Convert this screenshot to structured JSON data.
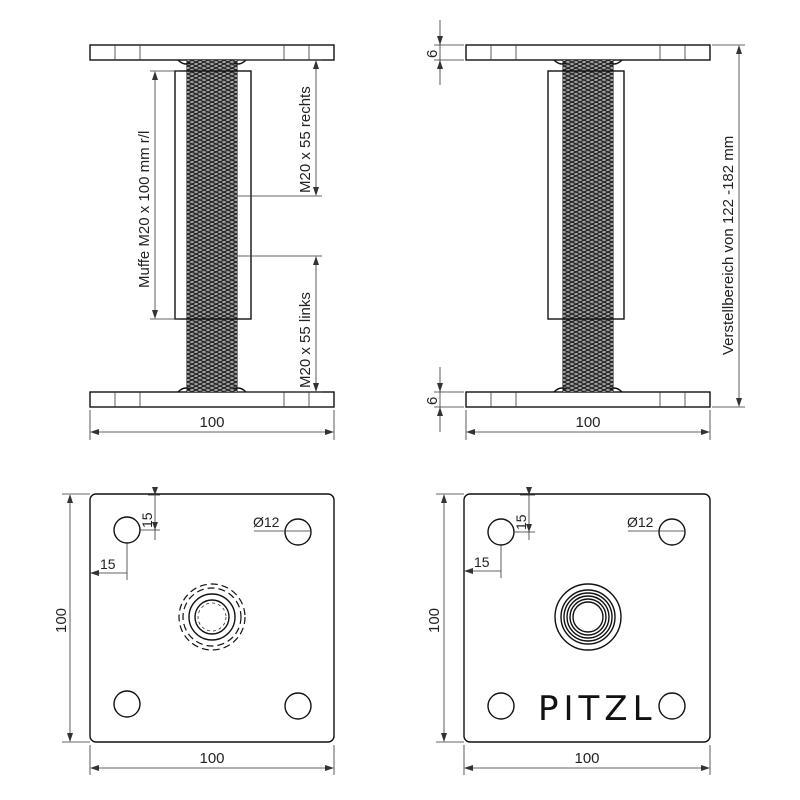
{
  "views": {
    "front_left": {
      "width_dim": "100",
      "sleeve_label": "Muffe M20 x 100 mm r/l",
      "thread_right_label": "M20 x 55 rechts",
      "thread_left_label": "M20 x 55 links"
    },
    "front_right": {
      "width_dim": "100",
      "plate_thickness_top": "6",
      "plate_thickness_bottom": "6",
      "range_label": "Verstellbereich von 122 -182 mm"
    },
    "plan_left": {
      "width_dim": "100",
      "height_dim": "100",
      "offset_x_dim": "15",
      "offset_y_dim": "15",
      "hole_dim": "Ø12"
    },
    "plan_right": {
      "width_dim": "100",
      "height_dim": "100",
      "offset_x_dim": "15",
      "offset_y_dim": "15",
      "hole_dim": "Ø12",
      "brand": "PITZL"
    }
  },
  "colors": {
    "line": "#111111",
    "background": "#ffffff"
  }
}
